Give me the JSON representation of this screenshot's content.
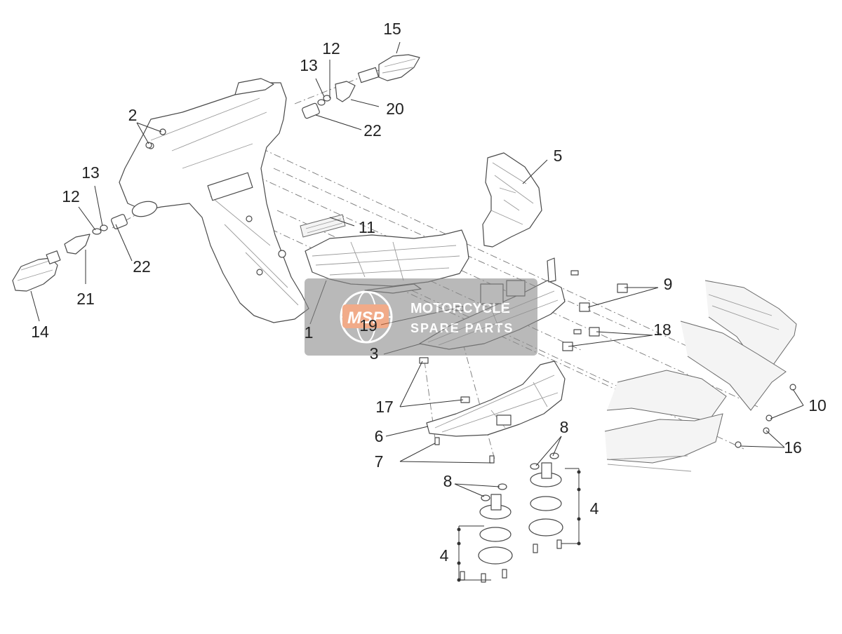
{
  "callouts": [
    {
      "id": "1",
      "label": "1"
    },
    {
      "id": "2",
      "label": "2"
    },
    {
      "id": "3",
      "label": "3"
    },
    {
      "id": "4a",
      "label": "4"
    },
    {
      "id": "4b",
      "label": "4"
    },
    {
      "id": "5",
      "label": "5"
    },
    {
      "id": "6",
      "label": "6"
    },
    {
      "id": "7",
      "label": "7"
    },
    {
      "id": "8a",
      "label": "8"
    },
    {
      "id": "8b",
      "label": "8"
    },
    {
      "id": "9",
      "label": "9"
    },
    {
      "id": "10",
      "label": "10"
    },
    {
      "id": "11",
      "label": "11"
    },
    {
      "id": "12a",
      "label": "12"
    },
    {
      "id": "12b",
      "label": "12"
    },
    {
      "id": "13a",
      "label": "13"
    },
    {
      "id": "13b",
      "label": "13"
    },
    {
      "id": "14",
      "label": "14"
    },
    {
      "id": "15",
      "label": "15"
    },
    {
      "id": "16",
      "label": "16"
    },
    {
      "id": "17",
      "label": "17"
    },
    {
      "id": "18",
      "label": "18"
    },
    {
      "id": "19",
      "label": "19"
    },
    {
      "id": "20",
      "label": "20"
    },
    {
      "id": "21",
      "label": "21"
    },
    {
      "id": "22a",
      "label": "22"
    },
    {
      "id": "22b",
      "label": "22"
    }
  ],
  "watermark": {
    "logo": "MSP",
    "line1": "MOTORCYCLE",
    "line2": "SPARE PARTS",
    "color": "#8c8c8c",
    "accent": "#e8743b"
  }
}
